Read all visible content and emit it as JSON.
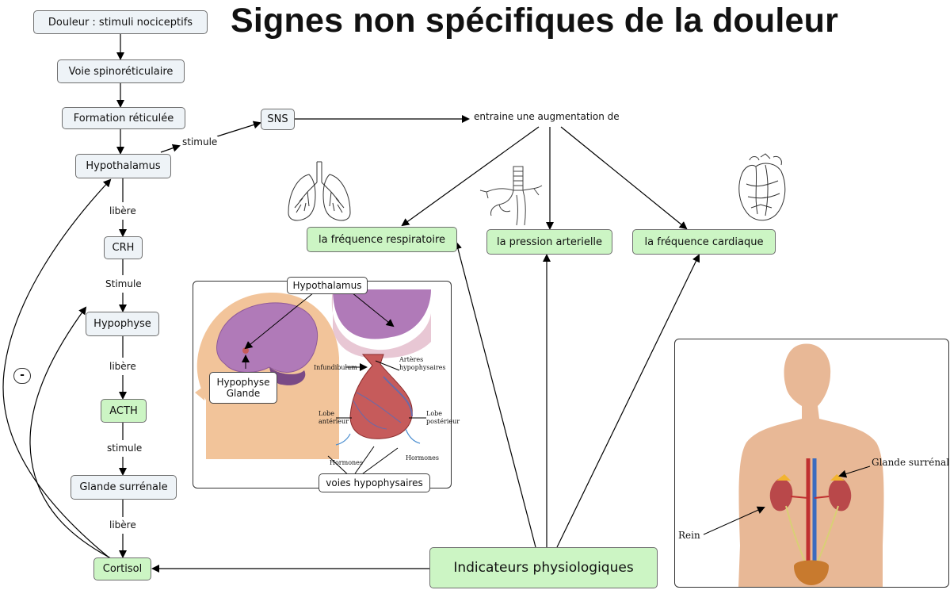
{
  "title": "Signes non spécifiques de la douleur",
  "nodes": {
    "douleur": "Douleur : stimuli nociceptifs",
    "voie": "Voie spinoréticulaire",
    "formation": "Formation réticulée",
    "hypothalamus": "Hypothalamus",
    "crh": "CRH",
    "hypophyse": "Hypophyse",
    "acth": "ACTH",
    "surrenale": "Glande surrénale",
    "cortisol": "Cortisol",
    "sns": "SNS",
    "augmentation": "entraine une augmentation de",
    "freq_resp": "la fréquence respiratoire",
    "pression": "la pression arterielle",
    "freq_card": "la fréquence cardiaque",
    "indicateurs": "Indicateurs physiologiques"
  },
  "link_labels": {
    "stimule_sns": "stimule",
    "libere1": "libère",
    "stimule_crh": "Stimule",
    "libere2": "libère",
    "stimule_acth": "stimule",
    "libere3": "libère",
    "feedback": "-"
  },
  "pituitary_panel": {
    "hypothalamus_callout": "Hypothalamus",
    "hypophyse_callout": "Hypophyse\nGlande",
    "voies_callout": "voies hypophysaires",
    "small_labels": {
      "infundibulum": "Infundibulum",
      "arteres": "Artères hypophysaires",
      "lobe_ant": "Lobe antérieur",
      "lobe_post": "Lobe postérieur",
      "hormones_left": "Hormones",
      "hormones_right": "Hormones"
    }
  },
  "body_panel": {
    "glande": "Glande surrénale",
    "rein": "Rein"
  },
  "colors": {
    "node_default": "#eef3f7",
    "node_green": "#ccf5c4",
    "skin": "#e8b896",
    "brain": "#b07ab8",
    "gland": "#c65b5b"
  }
}
